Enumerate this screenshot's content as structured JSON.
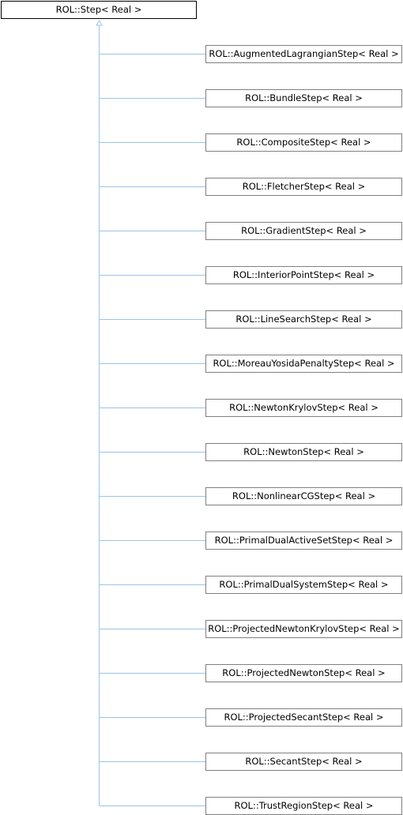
{
  "base_class": {
    "label": "ROL::Step< Real >"
  },
  "derived_classes": [
    {
      "label": "ROL::AugmentedLagrangianStep< Real >"
    },
    {
      "label": "ROL::BundleStep< Real >"
    },
    {
      "label": "ROL::CompositeStep< Real >"
    },
    {
      "label": "ROL::FletcherStep< Real >"
    },
    {
      "label": "ROL::GradientStep< Real >"
    },
    {
      "label": "ROL::InteriorPointStep< Real >"
    },
    {
      "label": "ROL::LineSearchStep< Real >"
    },
    {
      "label": "ROL::MoreauYosidaPenaltyStep< Real >"
    },
    {
      "label": "ROL::NewtonKrylovStep< Real >"
    },
    {
      "label": "ROL::NewtonStep< Real >"
    },
    {
      "label": "ROL::NonlinearCGStep< Real >"
    },
    {
      "label": "ROL::PrimalDualActiveSetStep< Real >"
    },
    {
      "label": "ROL::PrimalDualSystemStep< Real >"
    },
    {
      "label": "ROL::ProjectedNewtonKrylovStep< Real >"
    },
    {
      "label": "ROL::ProjectedNewtonStep< Real >"
    },
    {
      "label": "ROL::ProjectedSecantStep< Real >"
    },
    {
      "label": "ROL::SecantStep< Real >"
    },
    {
      "label": "ROL::TrustRegionStep< Real >"
    }
  ],
  "colors": {
    "connector": "#9cc4e6",
    "child_border": "#808080",
    "base_border": "#000000"
  }
}
